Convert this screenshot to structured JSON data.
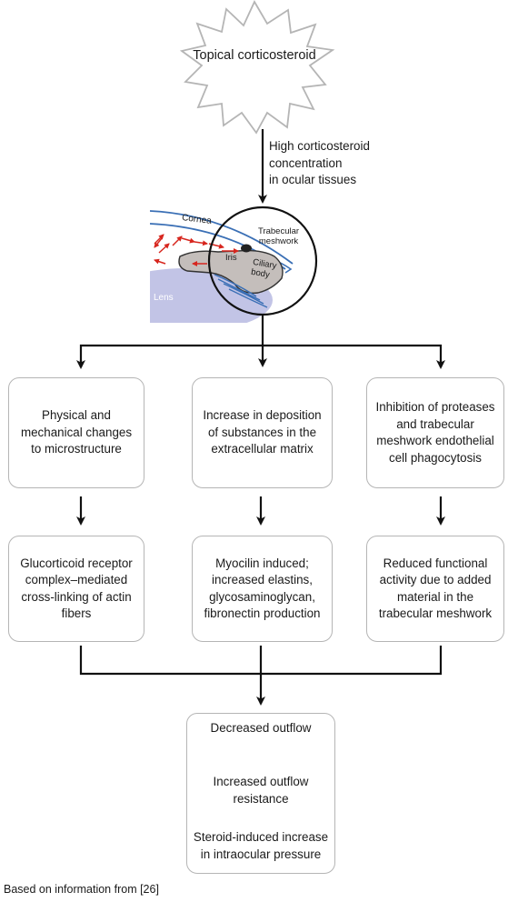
{
  "start": {
    "label": "Topical corticosteroid"
  },
  "edge_label": [
    "High corticosteroid",
    "concentration",
    "in ocular tissues"
  ],
  "anatomy": {
    "cornea": "Cornea",
    "trabecular_line1": "Trabecular",
    "trabecular_line2": "meshwork",
    "iris": "Iris",
    "ciliary_line1": "Ciliary",
    "ciliary_line2": "body",
    "lens": "Lens"
  },
  "row1": [
    {
      "text": "Physical and mechanical changes to microstructure"
    },
    {
      "text": "Increase in deposition of substances in the extracellular matrix"
    },
    {
      "text": "Inhibition of proteases and trabecular meshwork endothelial cell phagocytosis"
    }
  ],
  "row2": [
    {
      "text": "Glucorticoid receptor complex–mediated cross-linking of actin fibers"
    },
    {
      "text": "Myocilin induced; increased elastins, glycosaminoglycan, fibronectin production"
    },
    {
      "text": "Reduced functional activity due to added material in the trabecular meshwork"
    }
  ],
  "outcome": [
    "Decreased outflow",
    "Increased outflow resistance",
    "Steroid-induced increase in intraocular pressure"
  ],
  "source": "Based on information from [26]",
  "colors": {
    "box_border": "#b5b5b5",
    "arrow": "#111111",
    "cornea_blue": "#3a6fb5",
    "lens_fill": "#c2c4e6",
    "ciliary_fill": "#c4bebb",
    "flow_red": "#d7261e"
  }
}
